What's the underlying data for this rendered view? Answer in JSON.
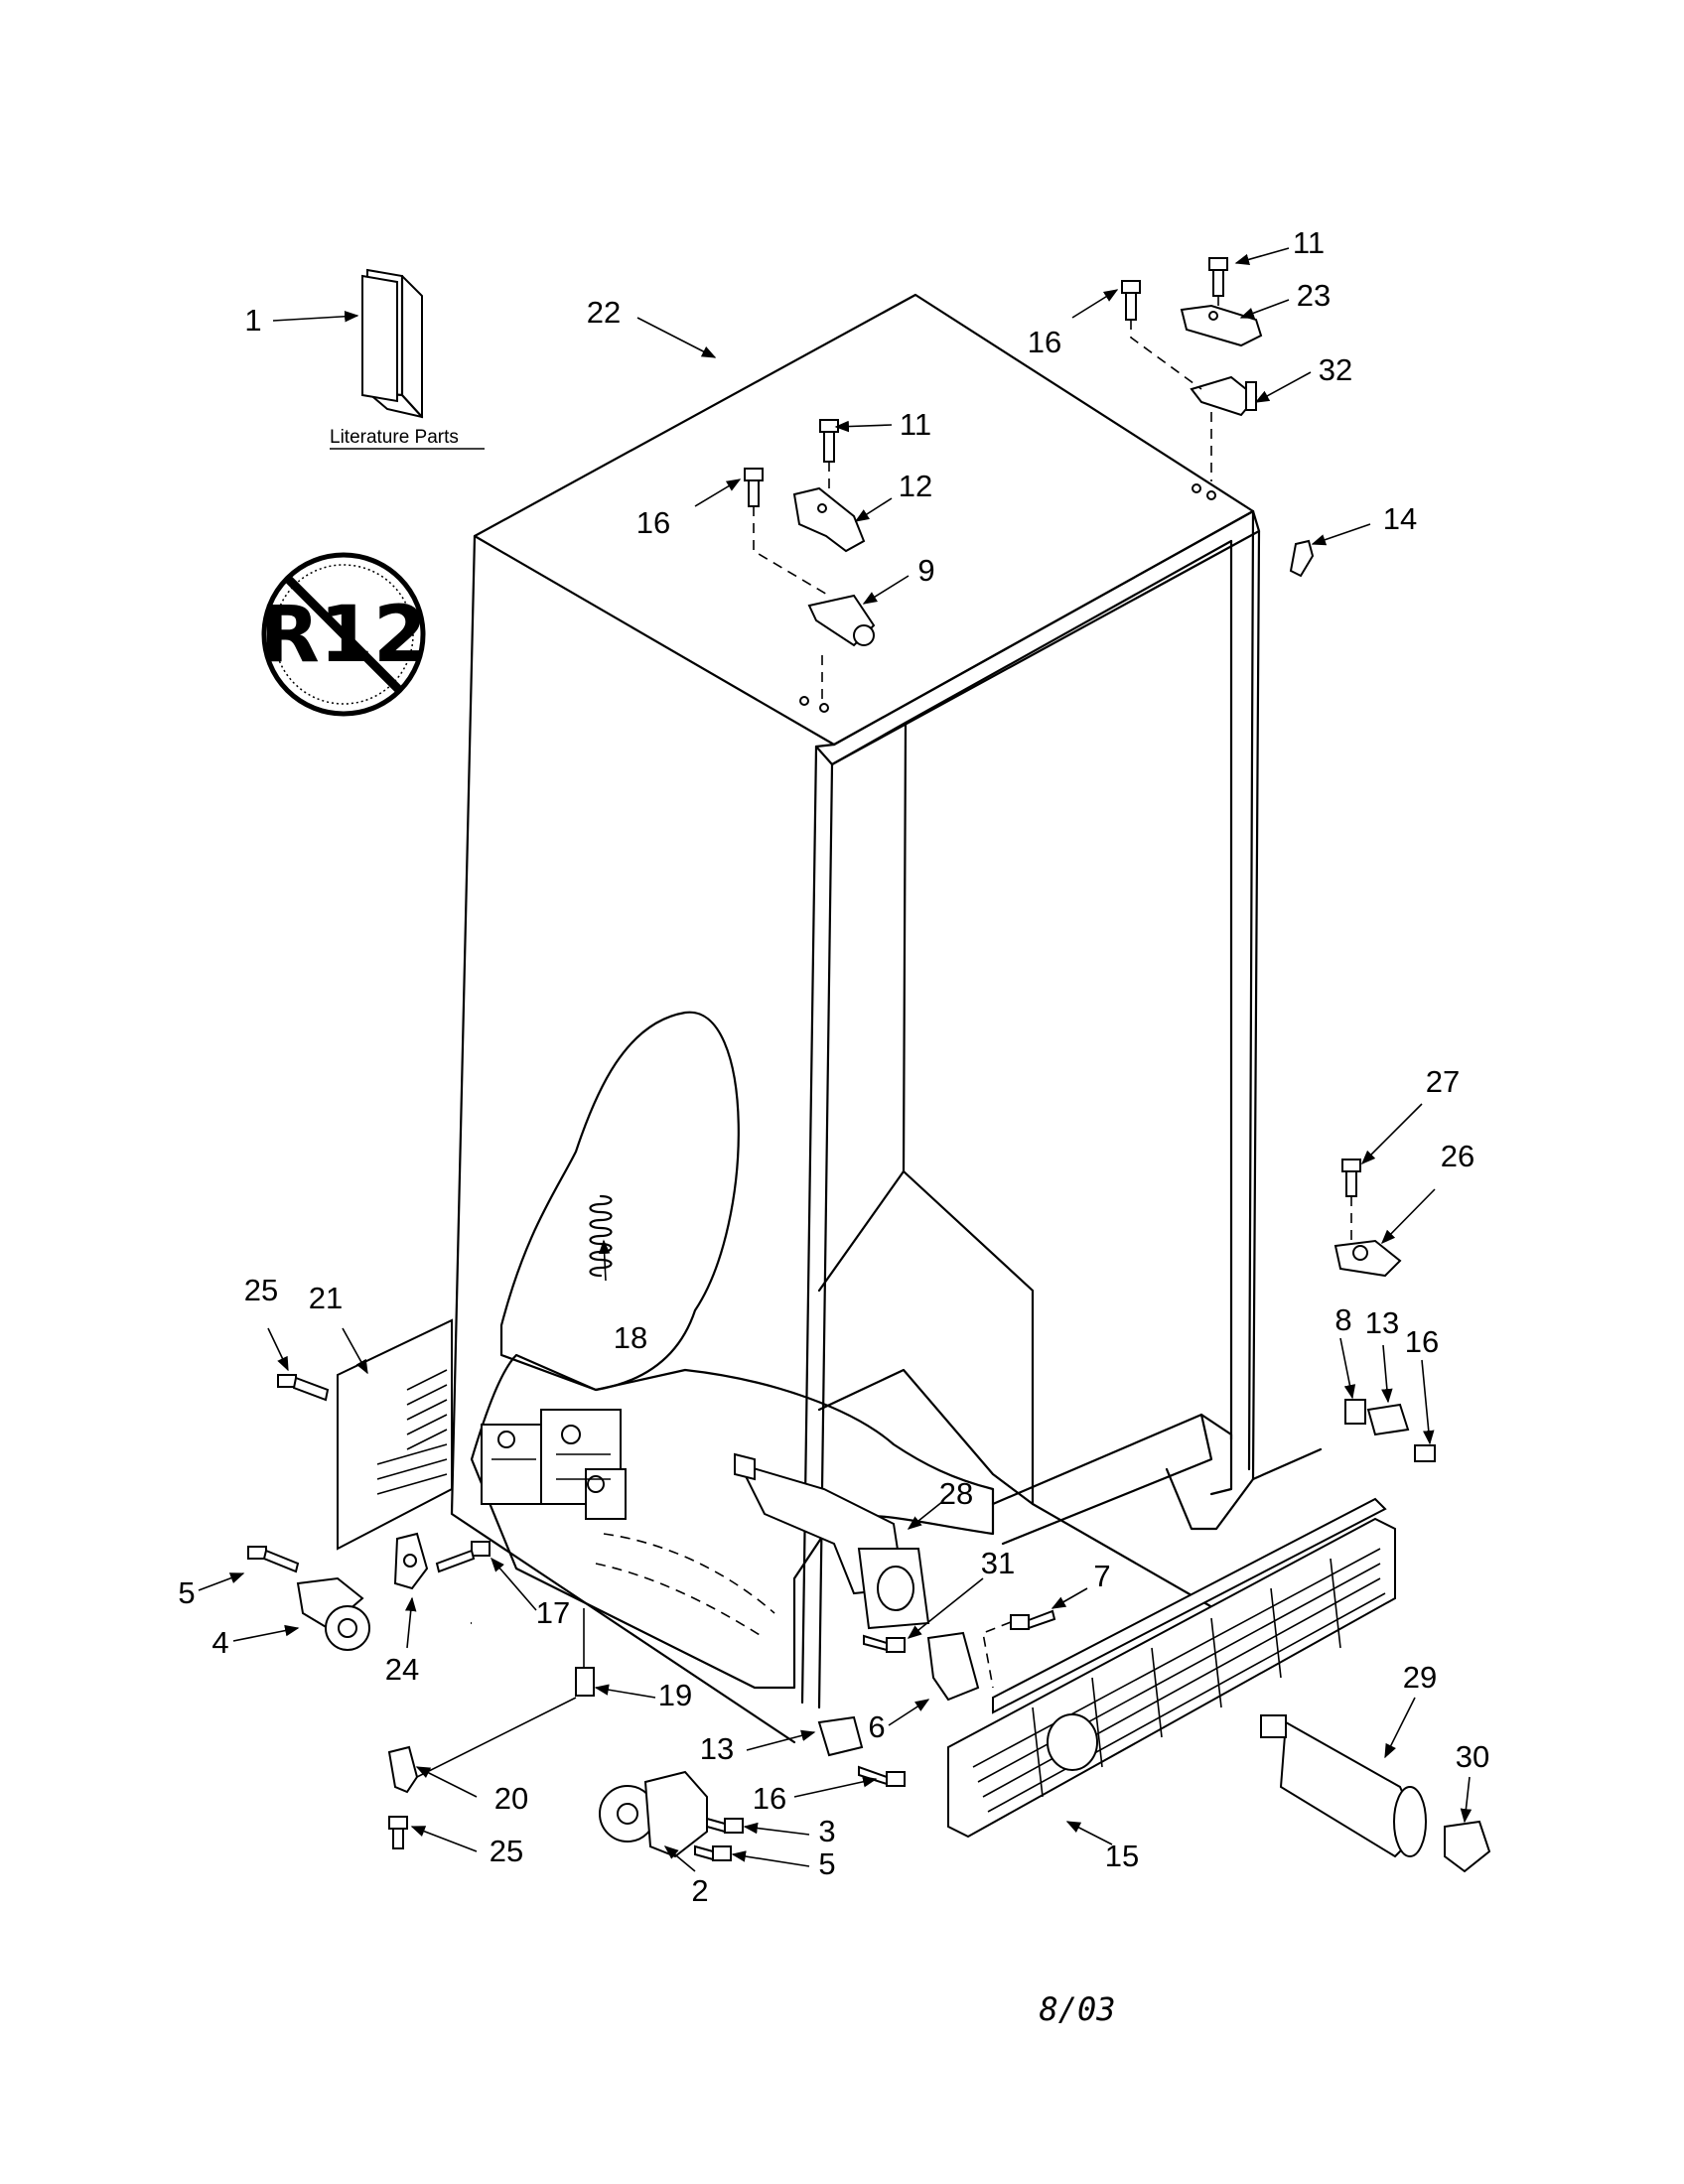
{
  "literature_caption": "Literature Parts",
  "badge_text": "R12",
  "revision_date": "8/03",
  "callouts": [
    "1",
    "22",
    "11",
    "16",
    "12",
    "9",
    "16",
    "11",
    "23",
    "32",
    "14",
    "27",
    "26",
    "8",
    "13",
    "16",
    "25",
    "21",
    "18",
    "28",
    "31",
    "7",
    "5",
    "4",
    "17",
    "24",
    "19",
    "20",
    "25",
    "13",
    "16",
    "6",
    "3",
    "5",
    "2",
    "15",
    "29",
    "30"
  ]
}
